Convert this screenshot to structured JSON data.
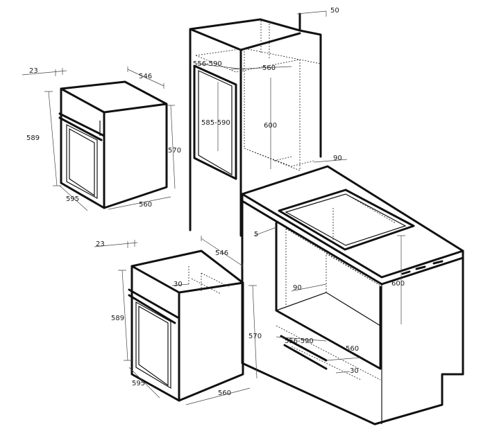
{
  "diagram": {
    "dimensions": {
      "top_oven_depth": "546",
      "top_oven_offset": "23",
      "top_oven_height": "589",
      "top_oven_side_height": "570",
      "top_oven_width_front": "595",
      "top_oven_width_back": "560",
      "column_top_gap": "50",
      "column_niche_width": "556-590",
      "column_inner_width": "560",
      "column_niche_height": "585-590",
      "column_inner_height": "600",
      "counter_gap": "90",
      "bottom_oven_offset": "23",
      "bottom_oven_depth": "546",
      "bottom_oven_vent": "30",
      "bottom_oven_height": "589",
      "bottom_oven_side_height": "570",
      "bottom_oven_width_front": "595",
      "bottom_oven_width_back": "560",
      "cabinet_top_gap": "5",
      "cabinet_side_gap": "90",
      "cabinet_niche_width": "556-590",
      "cabinet_inner_width": "560",
      "cabinet_inner_height": "600",
      "cabinet_vent": "30"
    }
  }
}
